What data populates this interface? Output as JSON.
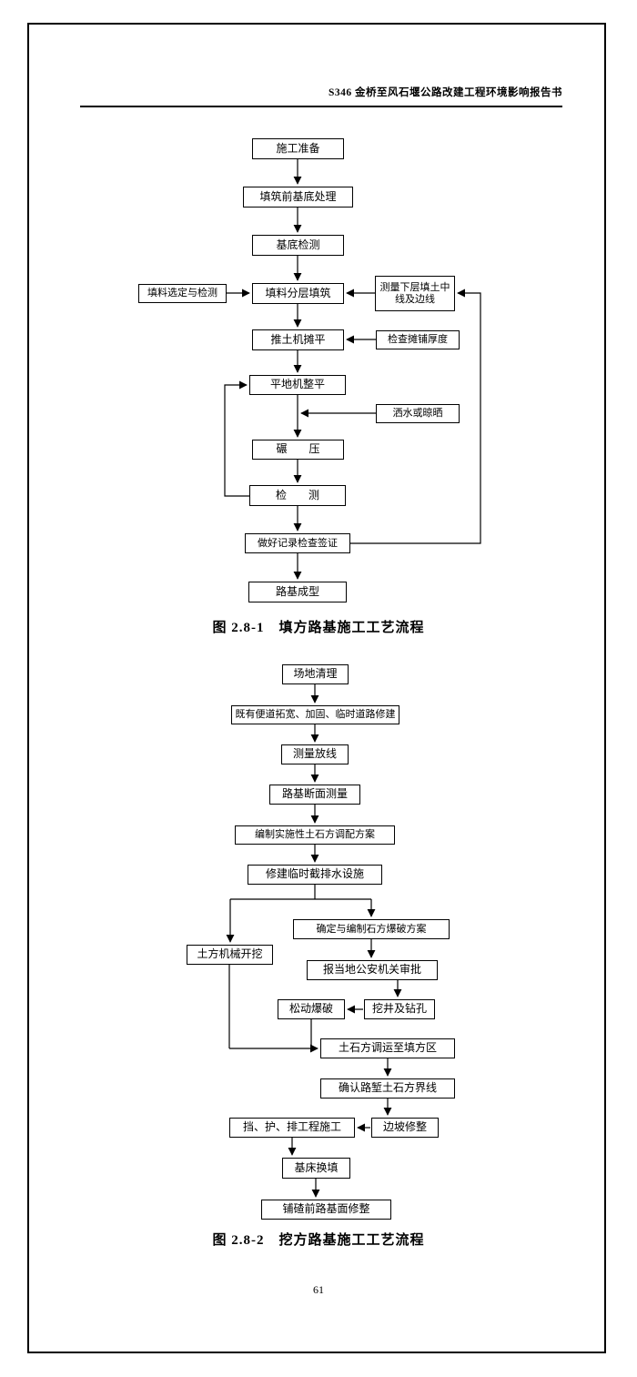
{
  "document": {
    "header": "S346 金桥至风石堰公路改建工程环境影响报告书",
    "page_number": "61"
  },
  "figure1": {
    "caption": "图 2.8-1　填方路基施工工艺流程",
    "nodes": {
      "prep": "施工准备",
      "base_treatment": "填筑前基底处理",
      "base_inspection": "基底检测",
      "layered_filling": "填料分层填筑",
      "fill_selection": "填料选定与检测",
      "measure_lines": "测量下层填土中线及边线",
      "bulldozer": "推土机摊平",
      "check_thickness": "检查摊铺厚度",
      "grader": "平地机整平",
      "water_dry": "洒水或晾晒",
      "rolling": "碾　　压",
      "testing": "检　　测",
      "records": "做好记录检查签证",
      "formed": "路基成型"
    }
  },
  "figure2": {
    "caption": "图 2.8-2　挖方路基施工工艺流程",
    "nodes": {
      "site_clearing": "场地清理",
      "road_widening": "既有便道拓宽、加固、临时道路修建",
      "survey": "测量放线",
      "section_measure": "路基断面测量",
      "earthwork_plan": "编制实施性土石方调配方案",
      "drainage": "修建临时截排水设施",
      "mechanical_excavation": "土方机械开挖",
      "blasting_plan": "确定与编制石方爆破方案",
      "police_approval": "报当地公安机关审批",
      "loose_blasting": "松动爆破",
      "drilling": "挖井及钻孔",
      "transport": "土石方调运至填方区",
      "boundary": "确认路堑土石方界线",
      "slope_trim": "边坡修整",
      "retaining_works": "挡、护、排工程施工",
      "subgrade_replacement": "基床换填",
      "surface_trim": "铺碴前路基面修整"
    }
  }
}
